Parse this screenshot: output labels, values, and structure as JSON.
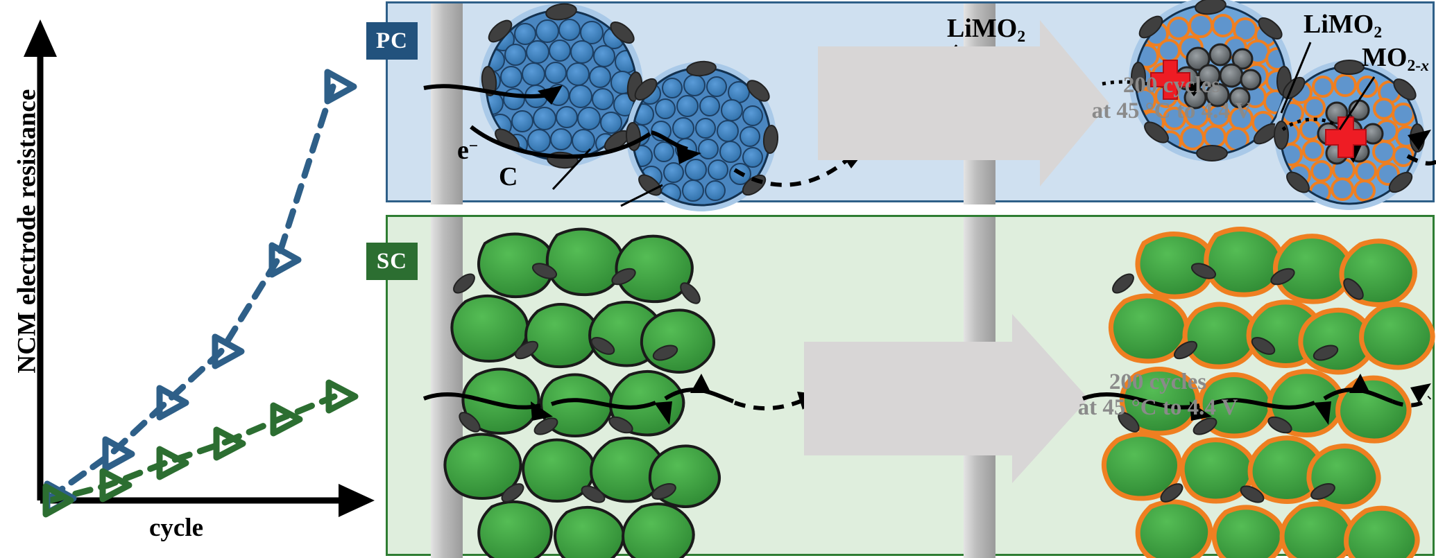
{
  "chart_data": {
    "type": "line",
    "title": "",
    "xlabel": "cycle",
    "ylabel": "NCM electrode resistance",
    "x": [
      0,
      1,
      2,
      3,
      4,
      5
    ],
    "xlim": [
      0,
      6
    ],
    "ylim": [
      0,
      100
    ],
    "grid": false,
    "legend": null,
    "series": [
      {
        "name": "PC",
        "color": "#2e5f88",
        "marker": "open-right-triangle",
        "linestyle": "dashed",
        "values": [
          2,
          12,
          26,
          44,
          66,
          94
        ]
      },
      {
        "name": "SC",
        "color": "#2c6e31",
        "marker": "open-right-triangle",
        "linestyle": "dashed",
        "values": [
          1,
          4,
          9,
          15,
          22,
          30
        ]
      }
    ]
  },
  "chart": {
    "y_axis_title": "NCM electrode resistance",
    "x_axis_title": "cycle"
  },
  "panels": {
    "pc": {
      "badge": "PC",
      "background_color": "#cfe0f0",
      "border_color": "#2e5f88",
      "badge_color": "#22527d",
      "arrow_line1": "200 cycles",
      "arrow_line2": "at 45 °C to 4.4 V",
      "labels": {
        "limo2_left": "LiMO",
        "limo2_left_sub": "2",
        "electron": "e",
        "electron_sup": "−",
        "carbon": "C",
        "limo2_right": "LiMO",
        "limo2_right_sub": "2",
        "mo2x": "MO",
        "mo2x_sub": "2-",
        "mo2x_sub_italic": "x"
      }
    },
    "sc": {
      "badge": "SC",
      "background_color": "#dfeedd",
      "border_color": "#2e7d32",
      "badge_color": "#2c6e31",
      "arrow_line1": "200 cycles",
      "arrow_line2": "at 45 °C to 4.4 V"
    }
  },
  "colors": {
    "pc_blue": "#2e5f88",
    "sc_green": "#2c6e31",
    "particle_blue": "#3a7fc1",
    "particle_green": "#3aa03a",
    "degraded_orange": "#ef7f21",
    "carbon_dark": "#3f3f3f",
    "crack_red": "#ee1c24",
    "arrow_gray": "#d8d6d6",
    "cycle_text_gray": "#8a8a8a"
  }
}
